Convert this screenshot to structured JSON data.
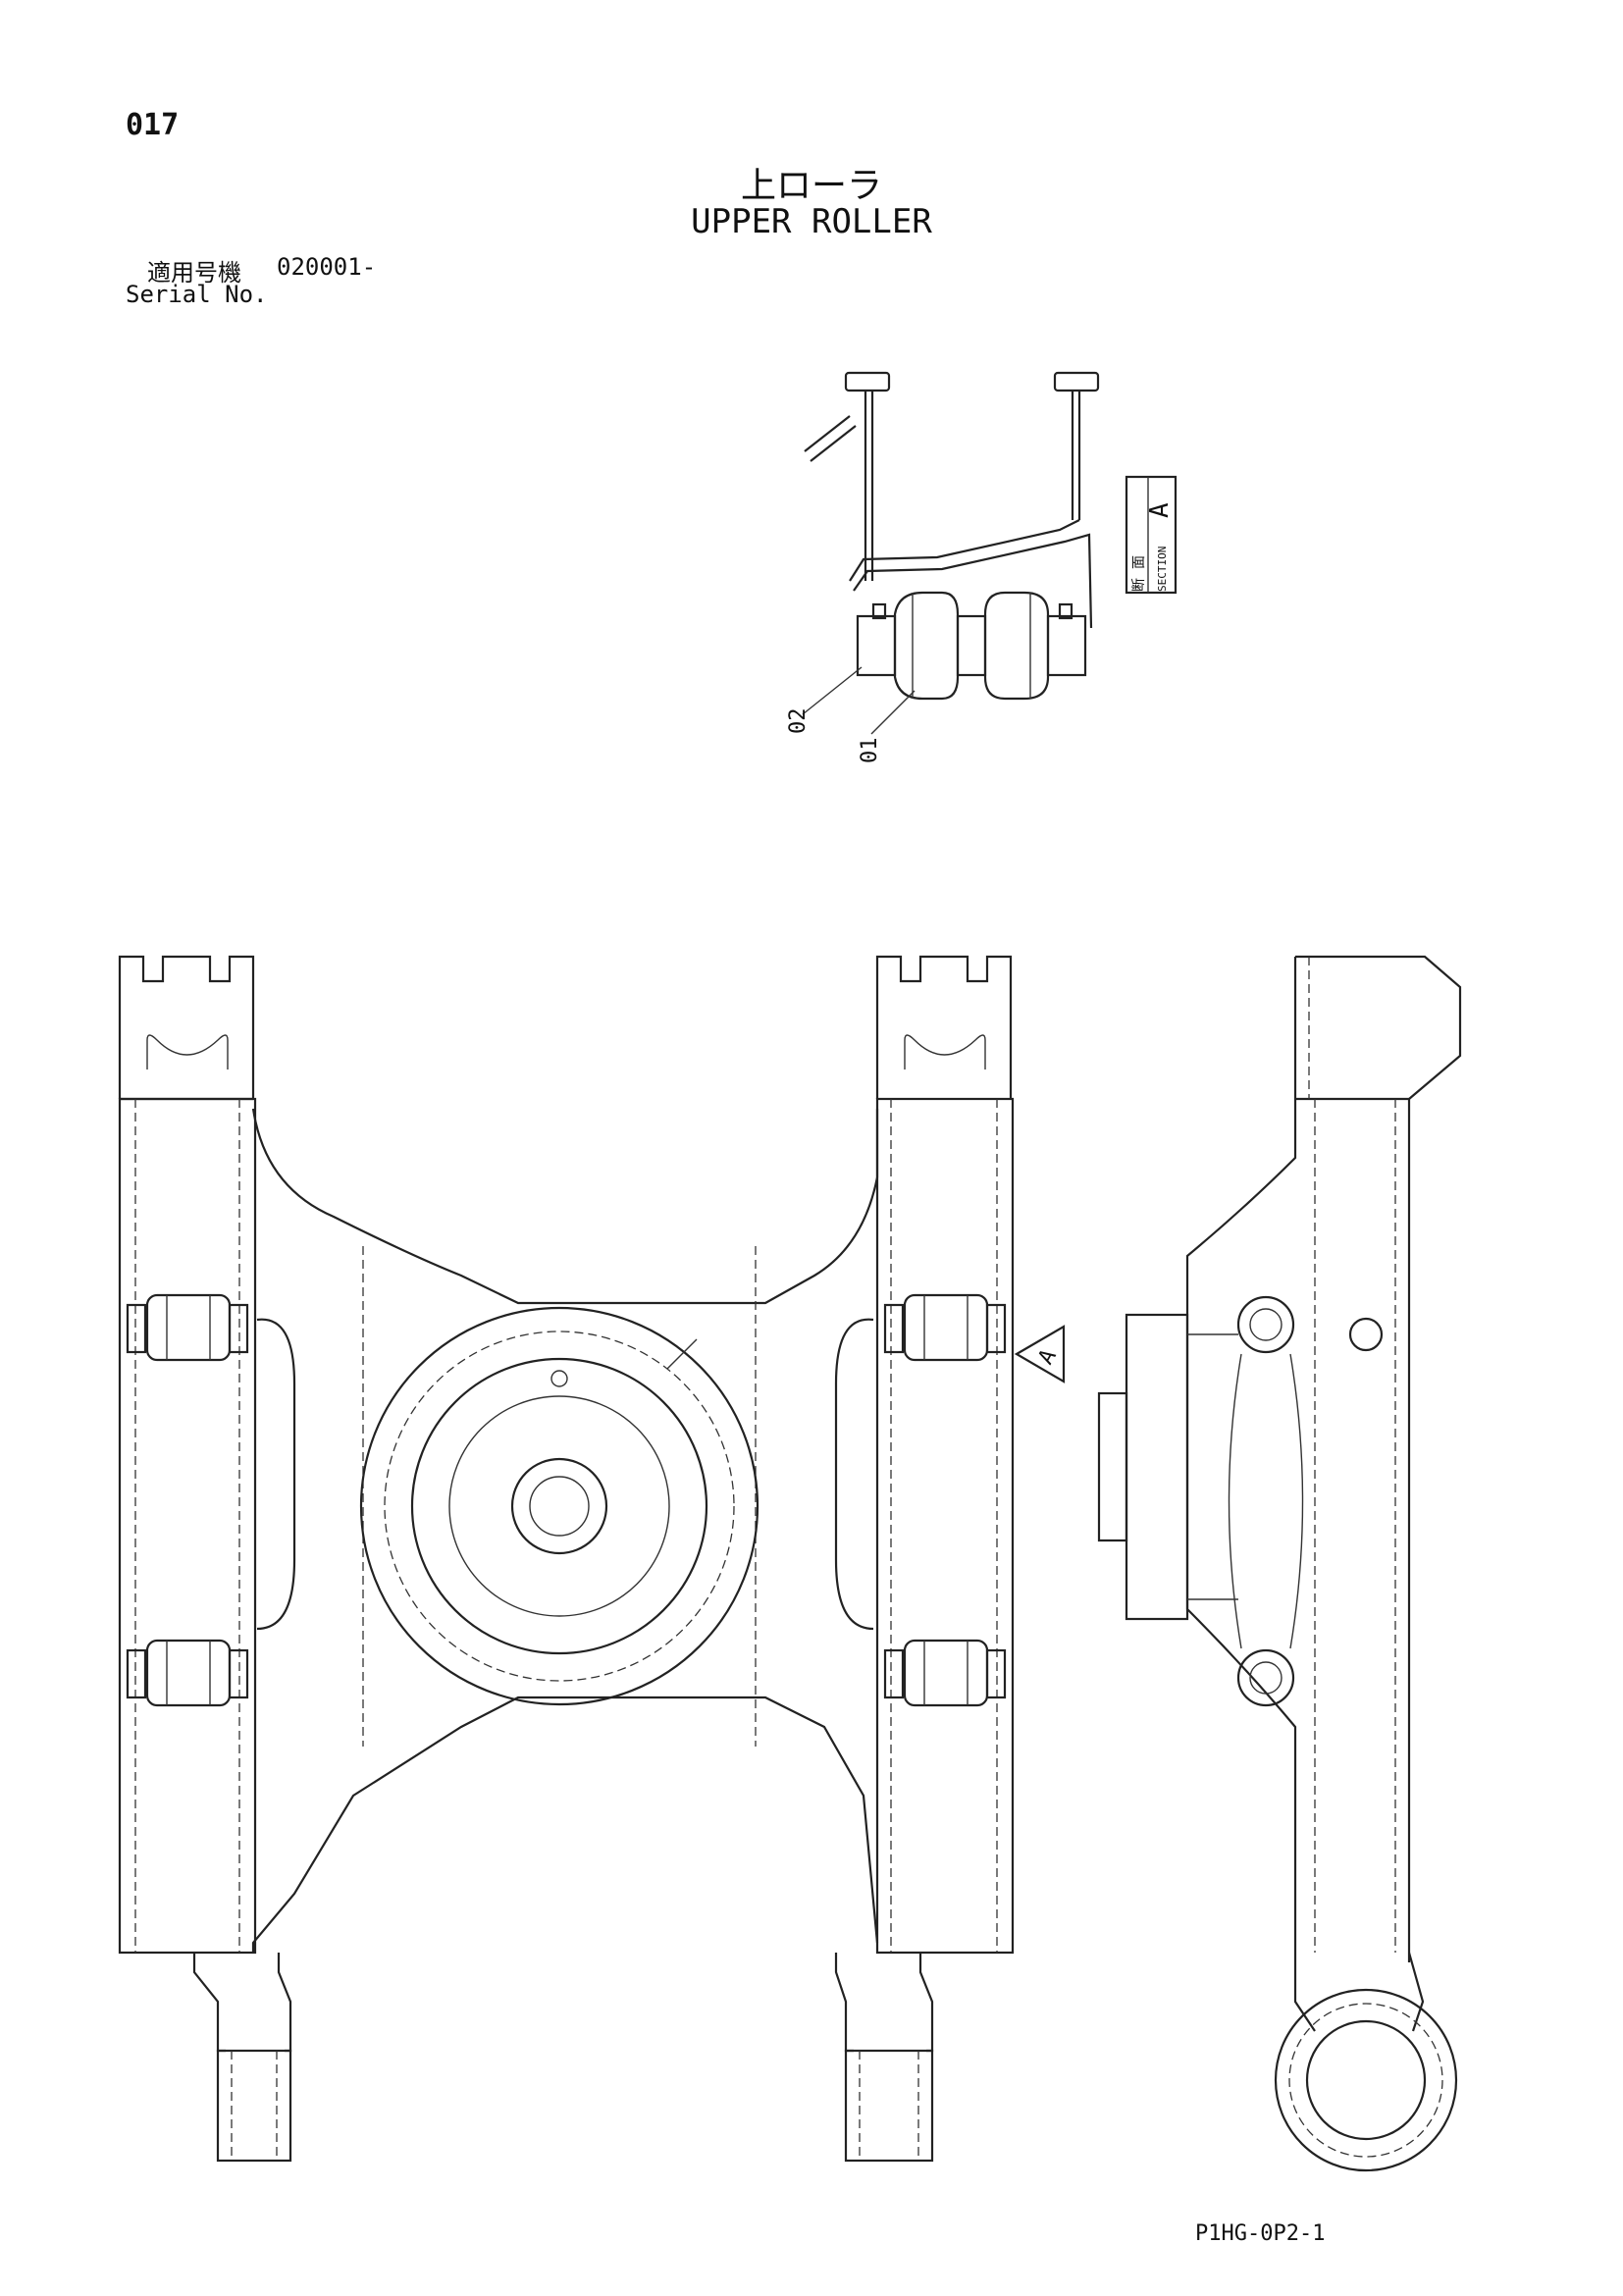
{
  "header": {
    "page_number": "017",
    "title_jp": "上ローラ",
    "title_en": "UPPER ROLLER"
  },
  "serial": {
    "label_jp": "適用号機",
    "label_en": "Serial No.",
    "value": "020001-"
  },
  "section_view": {
    "label_jp_1": "断",
    "label_jp_2": "面",
    "label_en": "SECTION",
    "letter": "A",
    "callouts": [
      "02",
      "01"
    ]
  },
  "main_view": {
    "view_arrow_letter": "A"
  },
  "footer": {
    "drawing_code": "P1HG-0P2-1"
  }
}
